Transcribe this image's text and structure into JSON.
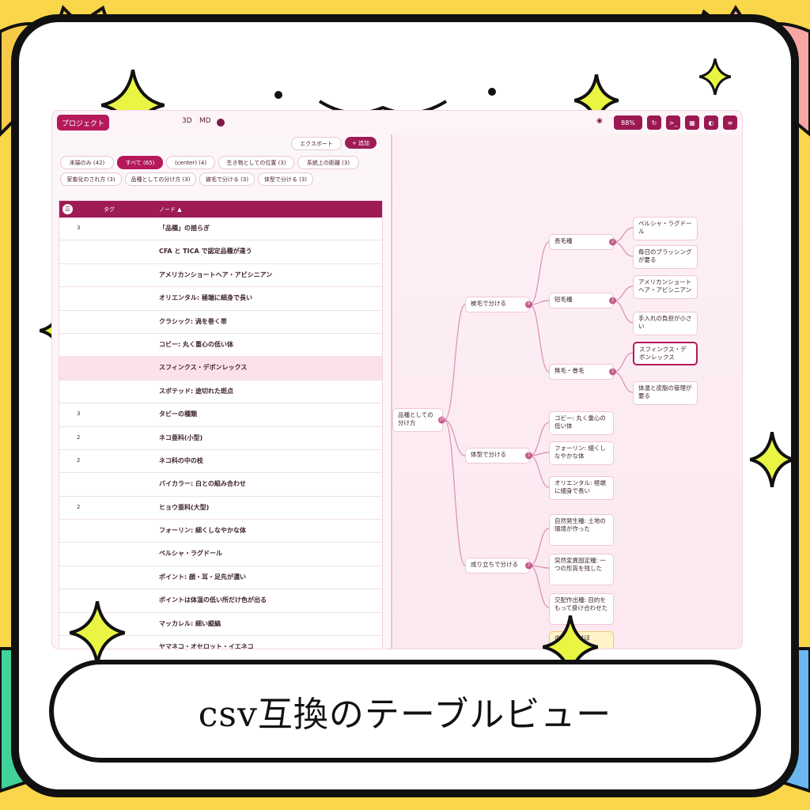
{
  "topbar": {
    "project_label": "プロジェクト",
    "mode_3d": "3D",
    "mode_md": "MD",
    "zoom": "88%"
  },
  "left_panel": {
    "export_label": "エクスポート",
    "add_label": "+ 追加",
    "chips": [
      {
        "label": "末端のみ (42)",
        "active": false
      },
      {
        "label": "すべて (65)",
        "active": true
      },
      {
        "label": "(center) (4)",
        "active": false
      },
      {
        "label": "生き物としての位置 (3)",
        "active": false
      },
      {
        "label": "系統上の距離 (3)",
        "active": false
      },
      {
        "label": "家畜化のされ方 (3)",
        "active": false
      },
      {
        "label": "品種としての分け方 (3)",
        "active": false
      },
      {
        "label": "被毛で分ける (3)",
        "active": false
      },
      {
        "label": "体型で分ける (3)",
        "active": false
      }
    ],
    "table": {
      "headers": {
        "tag": "タグ",
        "node": "ノード ▲"
      },
      "rows": [
        {
          "count": "3",
          "node": "「品種」の揺らぎ"
        },
        {
          "count": "",
          "node": "CFA と TICA で認定品種が違う"
        },
        {
          "count": "",
          "node": "アメリカンショートヘア・アビシニアン"
        },
        {
          "count": "",
          "node": "オリエンタル: 極端に細身で長い"
        },
        {
          "count": "",
          "node": "クラシック: 渦を巻く帯"
        },
        {
          "count": "",
          "node": "コビー: 丸く重心の低い体"
        },
        {
          "count": "",
          "node": "スフィンクス・デボンレックス"
        },
        {
          "count": "",
          "node": "スポテッド: 途切れた斑点"
        },
        {
          "count": "3",
          "node": "タビーの種類"
        },
        {
          "count": "2",
          "node": "ネコ亜科(小型)"
        },
        {
          "count": "2",
          "node": "ネコ科の中の枝"
        },
        {
          "count": "",
          "node": "バイカラー: 白との組み合わせ"
        },
        {
          "count": "2",
          "node": "ヒョウ亜科(大型)"
        },
        {
          "count": "",
          "node": "フォーリン: 細くしなやかな体"
        },
        {
          "count": "",
          "node": "ペルシャ・ラグドール"
        },
        {
          "count": "",
          "node": "ポイント: 顔・耳・足先が濃い"
        },
        {
          "count": "",
          "node": "ポイントは体温の低い所だけ色が出る"
        },
        {
          "count": "",
          "node": "マッカレル: 細い縦縞"
        },
        {
          "count": "",
          "node": "ヤマネコ・オセロット・イエネコ"
        }
      ]
    }
  },
  "mindmap": {
    "root": {
      "label": "品種としての分け方",
      "badge": "10"
    },
    "branches": [
      {
        "label": "被毛で分ける",
        "badge": "9"
      },
      {
        "label": "体型で分ける",
        "badge": "3"
      },
      {
        "label": "成り立ちで分ける",
        "badge": "3"
      }
    ],
    "sub": [
      {
        "label": "長毛種",
        "badge": "2"
      },
      {
        "label": "短毛種",
        "badge": "2"
      },
      {
        "label": "無毛・巻毛",
        "badge": "2"
      }
    ],
    "leaves": [
      "ペルシャ・ラグドール",
      "毎日のブラッシングが要る",
      "アメリカンショートヘア・アビシニアン",
      "手入れの負担が小さい",
      "スフィンクス・デボンレックス",
      "体温と皮脂の管理が要る",
      "コビー: 丸く重心の低い体",
      "フォーリン: 細くしなやかな体",
      "オリエンタル: 極端に細身で長い",
      "自然発生種: 土地の環境が作った",
      "突然変異固定種: 一つの形質を残した",
      "交配作出種: 目的をもって掛け合わせた"
    ],
    "partial_leaf": "の手間ではほ"
  },
  "caption": "csv互換のテーブルビュー",
  "colors": {
    "accent": "#b5195b",
    "background": "#f9d64a"
  }
}
